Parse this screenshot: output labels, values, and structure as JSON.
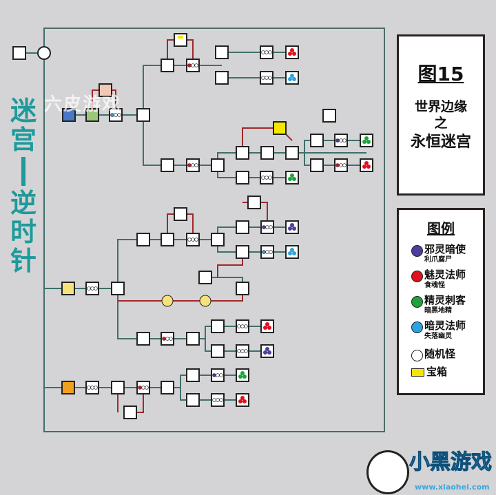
{
  "side_title": {
    "part1": "迷宫",
    "part2": "逆时针"
  },
  "title": {
    "figure": "图15",
    "line1": "世界边缘",
    "line2": "之",
    "line3": "永恒迷宫"
  },
  "legend": {
    "heading": "图例",
    "items": [
      {
        "name": "邪灵暗使",
        "sub": "利爪腐尸",
        "color": "#4b3f9e"
      },
      {
        "name": "魅灵法师",
        "sub": "食魂怪",
        "color": "#e0101e"
      },
      {
        "name": "精灵刺客",
        "sub": "暗黑地精",
        "color": "#1ea33a"
      },
      {
        "name": "暗灵法师",
        "sub": "失落幽灵",
        "color": "#2aa3e0"
      },
      {
        "name": "随机怪",
        "sub": "",
        "color": "#ffffff"
      }
    ],
    "chest": {
      "name": "宝箱",
      "color": "#f4e600"
    }
  },
  "watermark": "六皮游戏",
  "logo": {
    "name": "小黑游戏",
    "url": "www.xiaohei.com"
  },
  "colors": {
    "line": "#3f6f6a",
    "red_line": "#a0282a",
    "frame": "#4a6a66"
  }
}
